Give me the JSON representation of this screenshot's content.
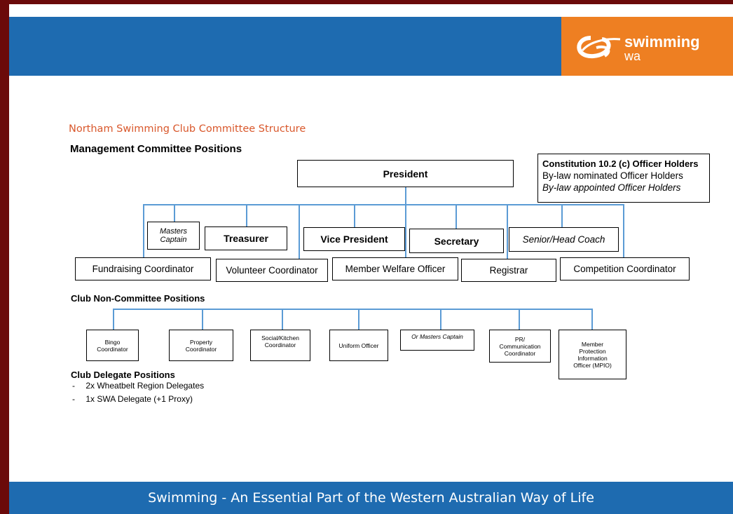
{
  "brand": {
    "logo_word_1": "swimming",
    "logo_word_2": "wa"
  },
  "title": "Northam Swimming Club Committee Structure",
  "management": {
    "heading": "Management Committee Positions",
    "president": "President",
    "legend": {
      "line1": "Constitution 10.2 (c) Officer Holders",
      "line2": "By-law nominated Officer Holders",
      "line3": "By-law appointed Officer Holders"
    },
    "masters_captain": "Masters Captain",
    "treasurer": "Treasurer",
    "vice_president": "Vice President",
    "secretary": "Secretary",
    "head_coach": "Senior/Head Coach",
    "fundraising": "Fundraising Coordinator",
    "volunteer": "Volunteer Coordinator",
    "member_welfare": "Member Welfare Officer",
    "registrar": "Registrar",
    "competition": "Competition Coordinator"
  },
  "non_committee": {
    "heading": "Club Non-Committee Positions",
    "bingo": "Bingo Coordinator",
    "property": "Property Coordinator",
    "social": "Social/Kitchen Coordinator",
    "uniform": "Uniform Officer",
    "masters": "Or Masters Captain",
    "pr": "PR/ Communication Coordinator",
    "mpio": "Member Protection Information Officer (MPIO)"
  },
  "delegates": {
    "heading": "Club Delegate Positions",
    "item1": "2x Wheatbelt Region Delegates",
    "item2": "1x SWA Delegate (+1 Proxy)",
    "bullet": "-"
  },
  "footer": "Swimming - An Essential Part of the Western Australian Way of Life",
  "colors": {
    "blue_bar": "#1e6bb0",
    "orange": "#ee7f22",
    "connector": "#5b9bd5",
    "subtitle": "#d9582c",
    "frame": "#6b0a0a"
  }
}
